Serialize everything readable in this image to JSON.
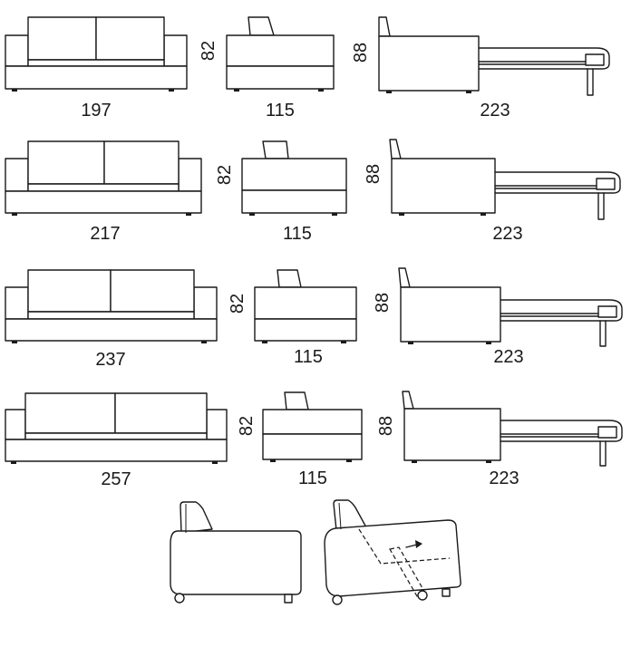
{
  "rows": [
    {
      "width": "197",
      "depth": "115",
      "bed_length": "223",
      "height_sofa": "82",
      "height_bed": "88"
    },
    {
      "width": "217",
      "depth": "115",
      "bed_length": "223",
      "height_sofa": "82",
      "height_bed": "88"
    },
    {
      "width": "237",
      "depth": "115",
      "bed_length": "223",
      "height_sofa": "82",
      "height_bed": "88"
    },
    {
      "width": "257",
      "depth": "115",
      "bed_length": "223",
      "height_sofa": "82",
      "height_bed": "88"
    }
  ],
  "icons": {
    "closed": "sofa-side-closed-icon",
    "open": "sofa-side-opening-icon"
  }
}
